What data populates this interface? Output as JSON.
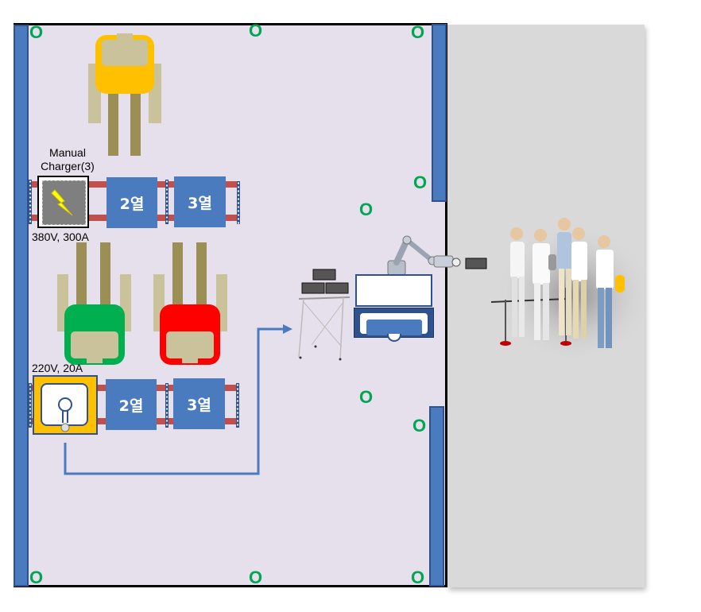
{
  "charger": {
    "manual_label_line1": "Manual",
    "manual_label_line2": "Charger(3)",
    "high_power_spec": "380V, 300A",
    "low_power_spec": "220V, 20A"
  },
  "racks": {
    "top_row": [
      "2열",
      "3열"
    ],
    "bottom_row": [
      "2열",
      "3열"
    ]
  },
  "markers": {
    "symbol": "O",
    "color": "#00a651"
  },
  "colors": {
    "room_floor": "#e6e0ec",
    "wall_blue": "#4a7bbf",
    "vehicle_yellow": "#ffc000",
    "vehicle_green": "#00b050",
    "vehicle_red": "#ff0000",
    "vehicle_tan": "#c9c29b",
    "outside_area": "#d9d9d9",
    "path_line": "#4a7bbf"
  }
}
